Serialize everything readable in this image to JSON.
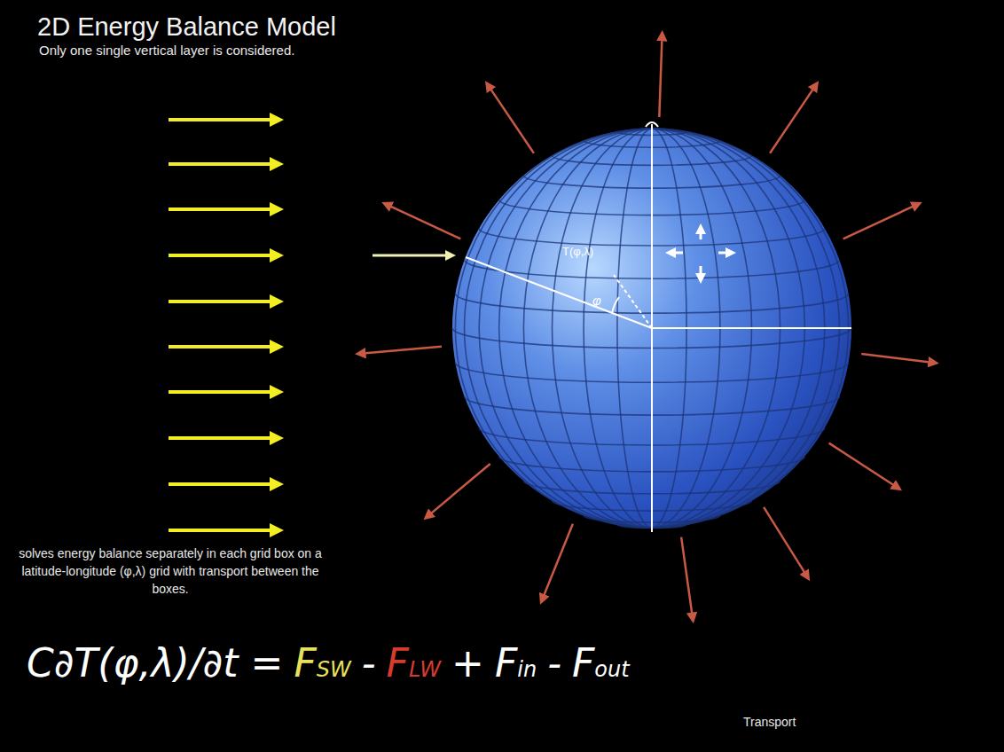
{
  "diagram": {
    "title": "2D Energy Balance Model",
    "labels": [
      "Only one single vertical layer is considered.",
      "solves energy balance separately in each grid box on a latitude-longitude (φ,λ) grid with transport between the boxes.",
      "T(φ,λ)",
      "φ",
      "C∂T(φ,λ)/∂t =",
      "FSW",
      "-",
      "FLW",
      "+",
      "Fin",
      "-",
      "Fout",
      "Transport"
    ]
  }
}
